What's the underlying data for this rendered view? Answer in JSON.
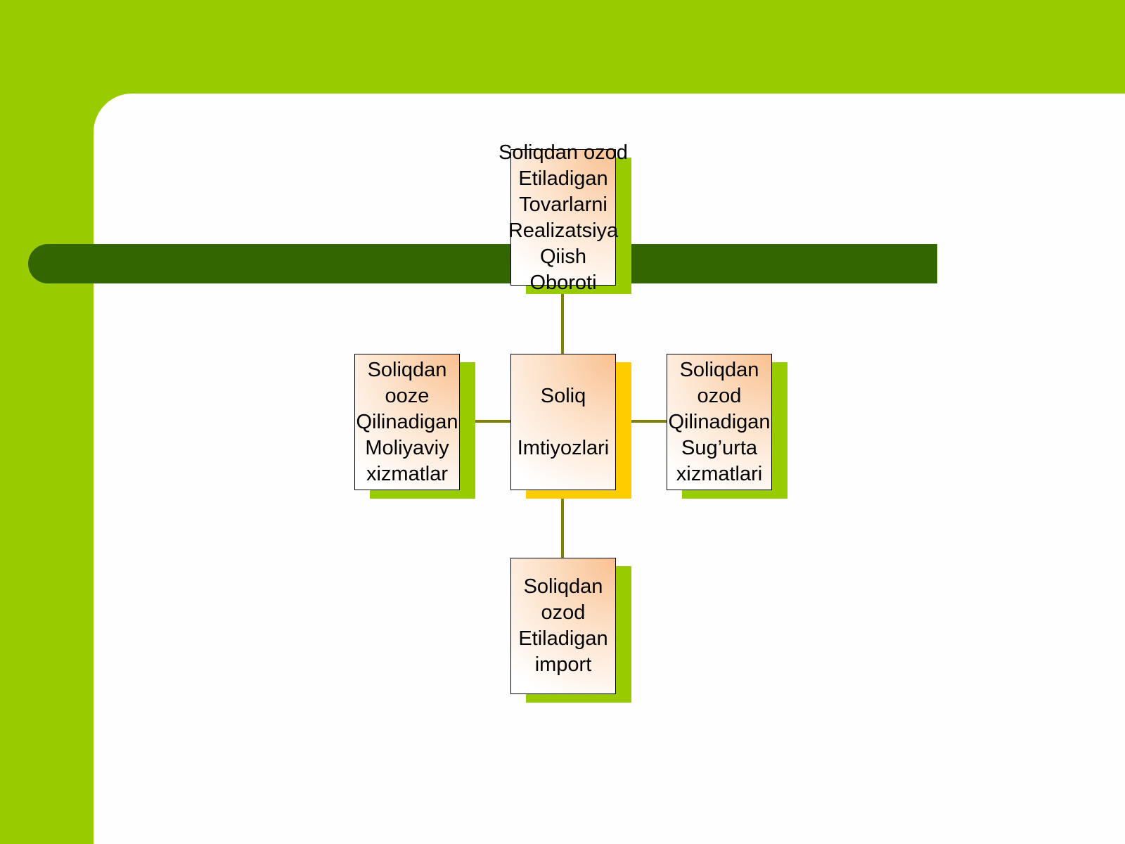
{
  "colors": {
    "lime": "#99cc00",
    "dark_green": "#336600",
    "connector": "#808000",
    "center_shadow": "#ffcc00",
    "node_gradient": "#f9c090"
  },
  "diagram": {
    "top_node": {
      "lines": [
        "Soliqdan ozod",
        "Etiladigan",
        "Tovarlarni",
        "Realizatsiya",
        "Qiish",
        "Oboroti"
      ]
    },
    "center_node": {
      "lines": [
        "Soliq",
        "Imtiyozlari"
      ]
    },
    "left_node": {
      "lines": [
        "Soliqdan",
        "ooze",
        "Qilinadigan",
        "Moliyaviy",
        "xizmatlar"
      ]
    },
    "right_node": {
      "lines": [
        "Soliqdan",
        "ozod",
        "Qilinadigan",
        "Sug’urta",
        "xizmatlari"
      ]
    },
    "bottom_node": {
      "lines": [
        "Soliqdan",
        "ozod",
        "Etiladigan",
        "import"
      ]
    }
  }
}
